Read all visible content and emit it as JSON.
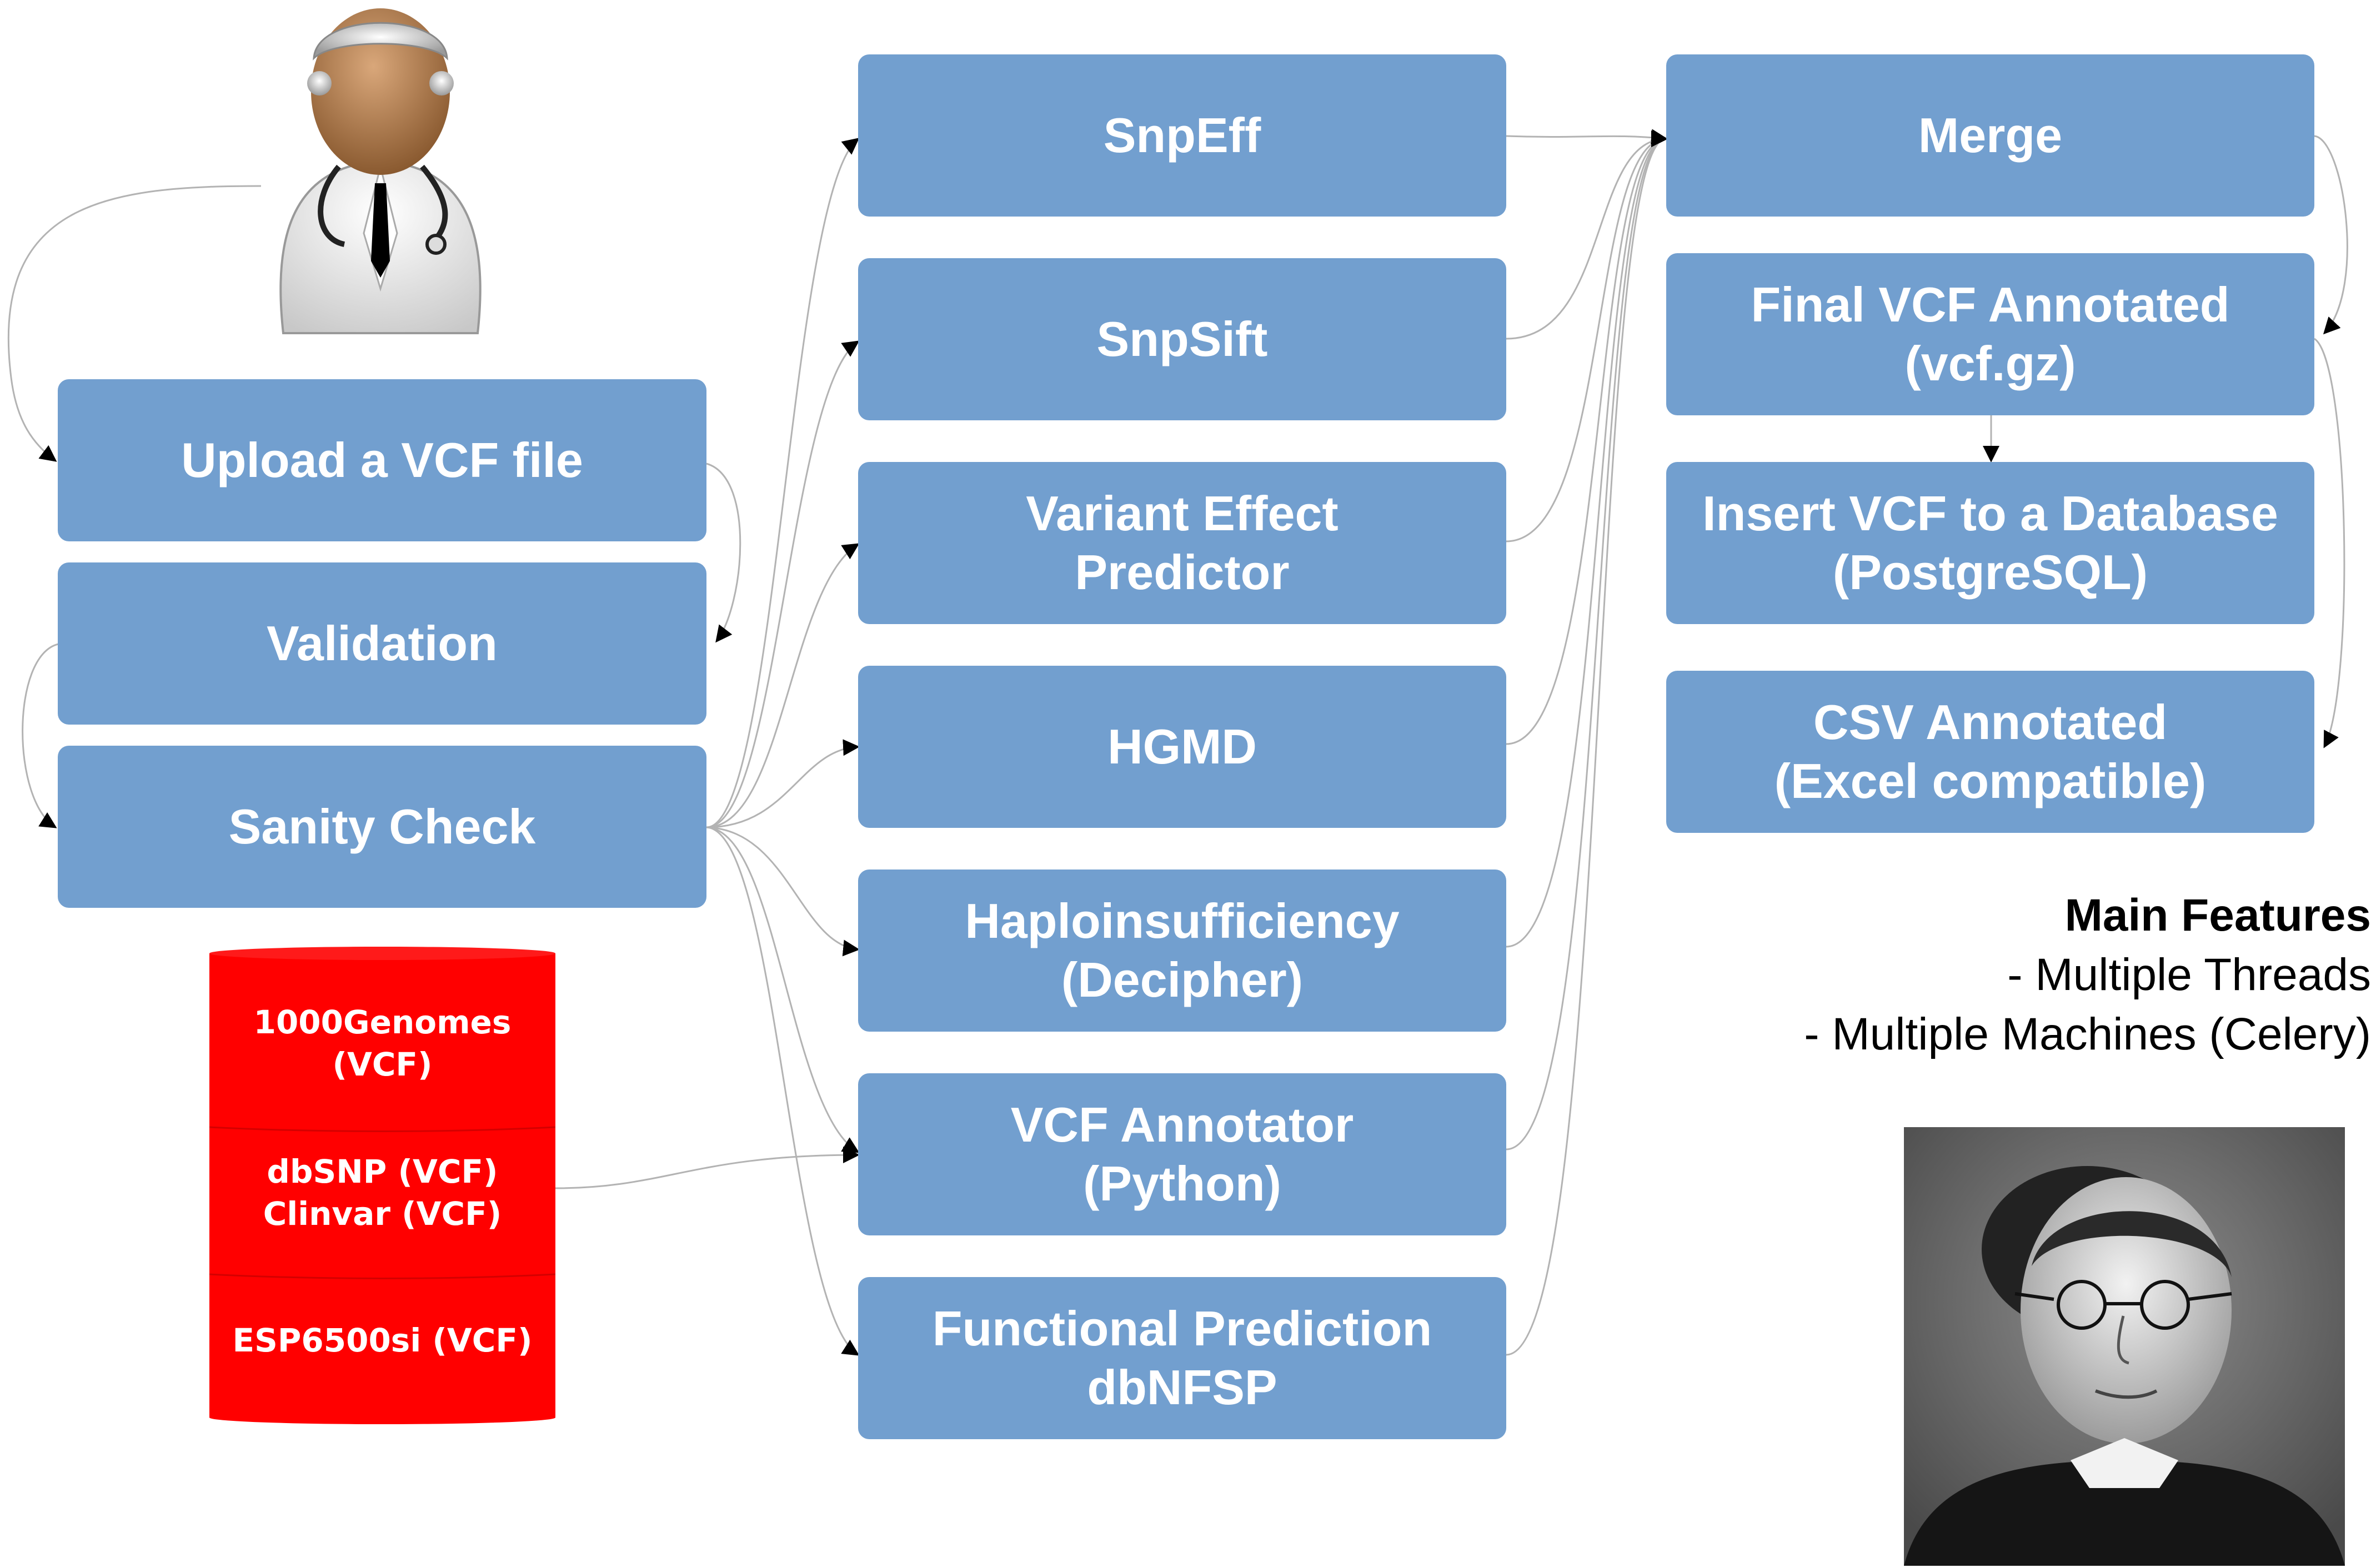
{
  "colors": {
    "box": "#729fcf",
    "box_text": "#ffffff",
    "database": "#ff0000",
    "connector": "#b3b3b3",
    "arrow_head": "#000000"
  },
  "pipeline": {
    "upload": "Upload a VCF file",
    "validation": "Validation",
    "sanity": "Sanity Check"
  },
  "annotators": {
    "snpeff": "SnpEff",
    "snpsift": "SnpSift",
    "vep_line1": "Variant Effect",
    "vep_line2": "Predictor",
    "hgmd": "HGMD",
    "haplo_line1": "Haploinsufficiency",
    "haplo_line2": "(Decipher)",
    "vcfann_line1": "VCF Annotator",
    "vcfann_line2": "(Python)",
    "func_line1": "Functional Prediction",
    "func_line2": "dbNFSP"
  },
  "outputs": {
    "merge": "Merge",
    "final_line1": "Final VCF Annotated",
    "final_line2": "(vcf.gz)",
    "insert_line1": "Insert VCF to a Database",
    "insert_line2": "(PostgreSQL)",
    "csv_line1": "CSV Annotated",
    "csv_line2": "(Excel compatible)"
  },
  "databases": {
    "genomes_line1": "1000Genomes",
    "genomes_line2": "(VCF)",
    "dbsnp": "dbSNP (VCF)",
    "clinvar": "Clinvar (VCF)",
    "esp": "ESP6500si (VCF)"
  },
  "features": {
    "title": "Main Features",
    "item1": "- Multiple Threads",
    "item2": "- Multiple Machines (Celery)"
  },
  "icons": {
    "user": "doctor-icon",
    "store": "database-cylinder-icon",
    "photo": "portrait-photo"
  }
}
